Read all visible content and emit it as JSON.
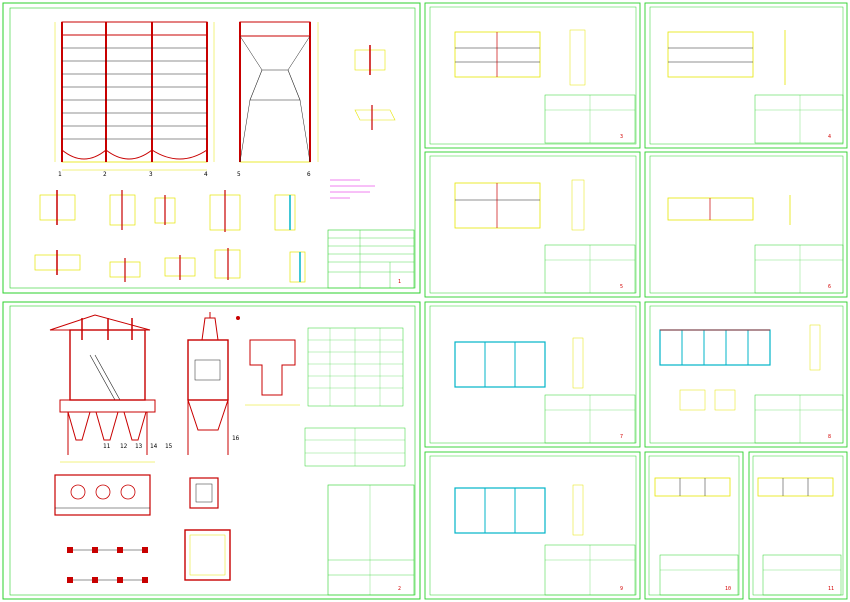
{
  "page": {
    "title": ""
  },
  "sheets": [
    {
      "id": "s1",
      "title_label": "",
      "note_label": "",
      "sheet_no": "1"
    },
    {
      "id": "s2",
      "title_label": "",
      "note_label": "",
      "sheet_no": "2"
    },
    {
      "id": "s3",
      "title_label": "",
      "note_label": "",
      "sheet_no": "3"
    },
    {
      "id": "s4",
      "title_label": "",
      "note_label": "",
      "sheet_no": "4"
    },
    {
      "id": "s5",
      "title_label": "",
      "note_label": "",
      "sheet_no": "5"
    },
    {
      "id": "s6",
      "title_label": "",
      "note_label": "",
      "sheet_no": "6"
    },
    {
      "id": "s7",
      "title_label": "",
      "note_label": "",
      "sheet_no": "7"
    },
    {
      "id": "s8",
      "title_label": "",
      "note_label": "",
      "sheet_no": "8"
    },
    {
      "id": "s9",
      "title_label": "",
      "note_label": "",
      "sheet_no": "9"
    },
    {
      "id": "s10",
      "title_label": "",
      "note_label": "",
      "sheet_no": "10"
    },
    {
      "id": "s11",
      "title_label": "",
      "note_label": "",
      "sheet_no": "11"
    }
  ],
  "labels": {
    "n1": "1",
    "n2": "2",
    "n3": "3",
    "n4": "4",
    "n5": "5",
    "n6": "6",
    "n11": "11",
    "n12": "12",
    "n13": "13",
    "n14": "14",
    "n15": "15",
    "n16": "16"
  },
  "colors": {
    "frame": "#2bd12b",
    "drawing": "#e6e600",
    "member": "#c80000",
    "text": "#e000e0",
    "panel": "#00b4c8"
  }
}
